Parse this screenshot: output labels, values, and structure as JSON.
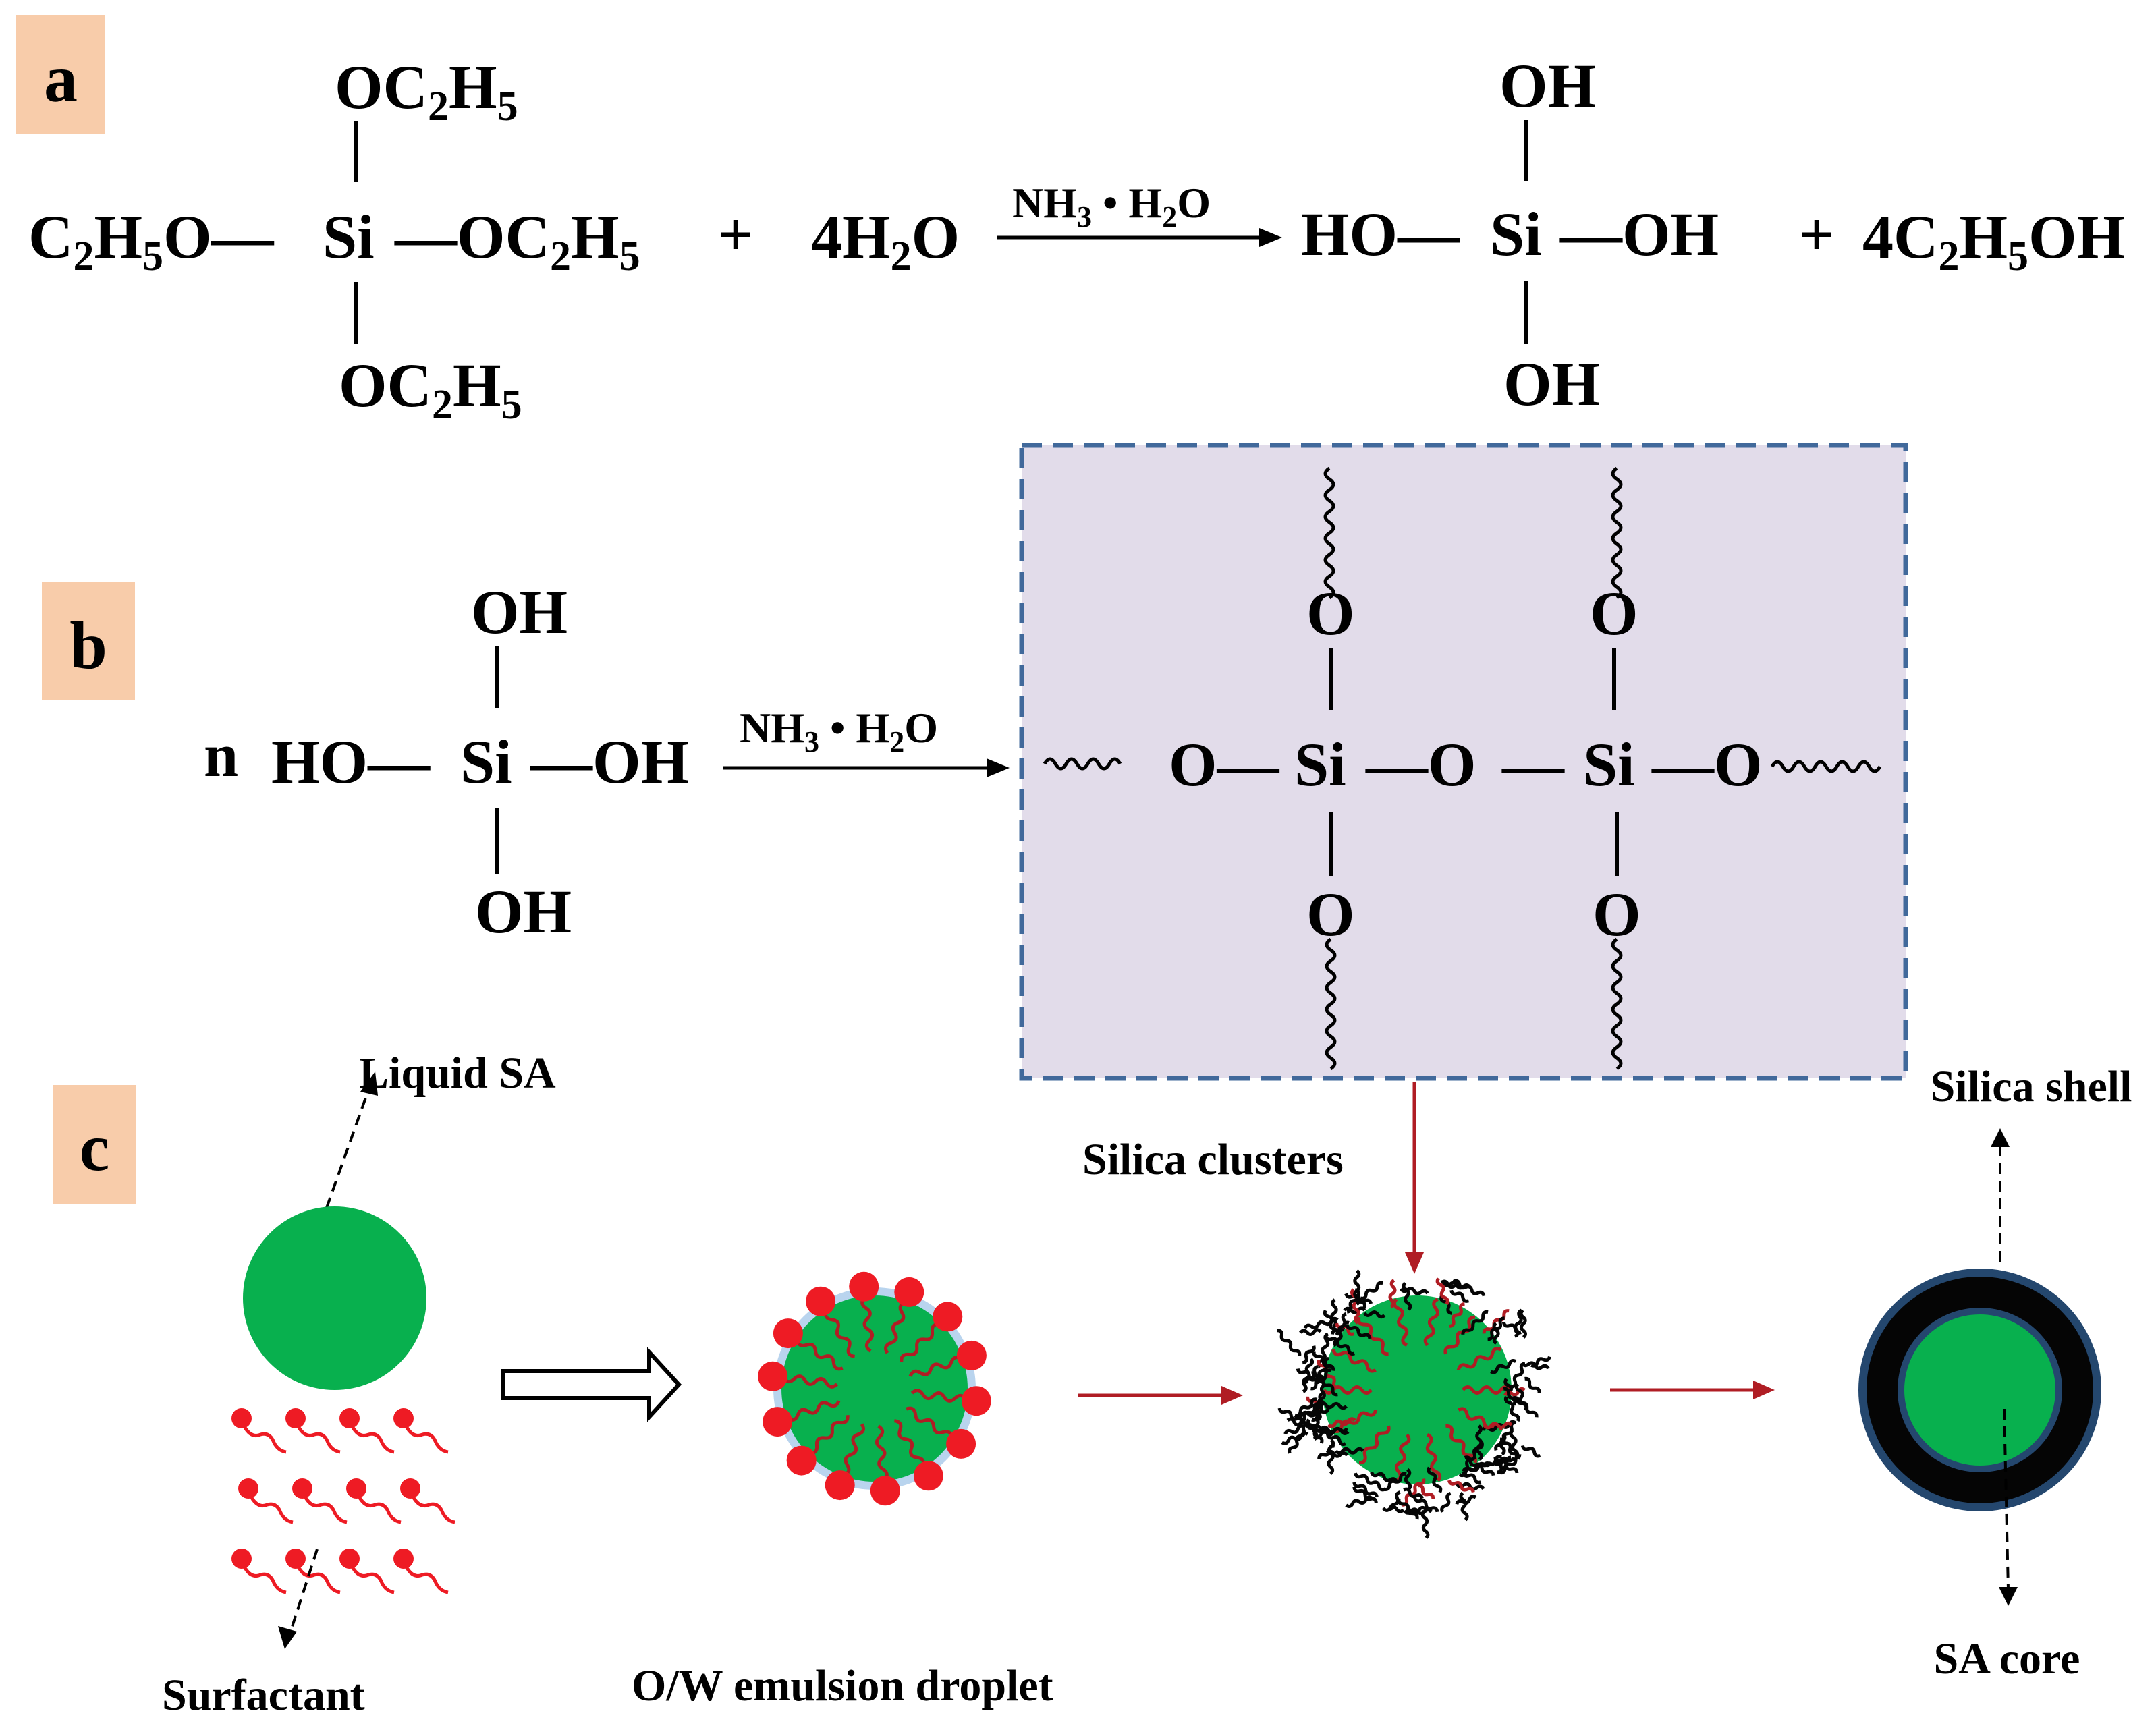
{
  "panels": {
    "a": {
      "badge": "a",
      "reactant": {
        "center": "Si",
        "top": [
          "OC",
          "2",
          "H",
          "5"
        ],
        "bottom": [
          "OC",
          "2",
          "H",
          "5"
        ],
        "left": [
          "C",
          "2",
          "H",
          "5",
          "O—"
        ],
        "right": [
          "—OC",
          "2",
          "H",
          "5"
        ]
      },
      "plus1": "+",
      "water": [
        "4H",
        "2",
        "O"
      ],
      "condition": [
        "NH",
        "3",
        " • H",
        "2",
        "O"
      ],
      "product": {
        "center": "Si",
        "top": "OH",
        "bottom": "OH",
        "left": "HO—",
        "right": "—OH"
      },
      "plus2": "+",
      "ethanol": [
        "4C",
        "2",
        "H",
        "5",
        "OH"
      ]
    },
    "b": {
      "badge": "b",
      "n": "n",
      "monomer": {
        "center": "Si",
        "top": "OH",
        "bottom": "OH",
        "left": "HO—",
        "right": "—OH"
      },
      "condition": [
        "NH",
        "3",
        " • H",
        "2",
        "O"
      ],
      "network": {
        "o_left": "O—",
        "si1": "Si",
        "o_mid": "—O",
        "dash": "—",
        "si2": "Si",
        "o_right": "—O",
        "o_top": "O",
        "o_bottom": "O"
      }
    },
    "c": {
      "badge": "c",
      "liquid_sa": "Liquid SA",
      "surfactant": "Surfactant",
      "emulsion": "O/W emulsion droplet",
      "silica_clusters": "Silica clusters",
      "silica_shell": "Silica shell",
      "sa_core": "SA core"
    }
  },
  "colors": {
    "badge_bg": "#f8ccaa",
    "network_box_bg": "#e2dcea",
    "network_box_border": "#41699b",
    "sa_green": "#08b04e",
    "surfactant_red": "#ee1b24",
    "arrow_red": "#b01d24",
    "shell_black": "#050505",
    "shell_blue": "#24476e"
  }
}
